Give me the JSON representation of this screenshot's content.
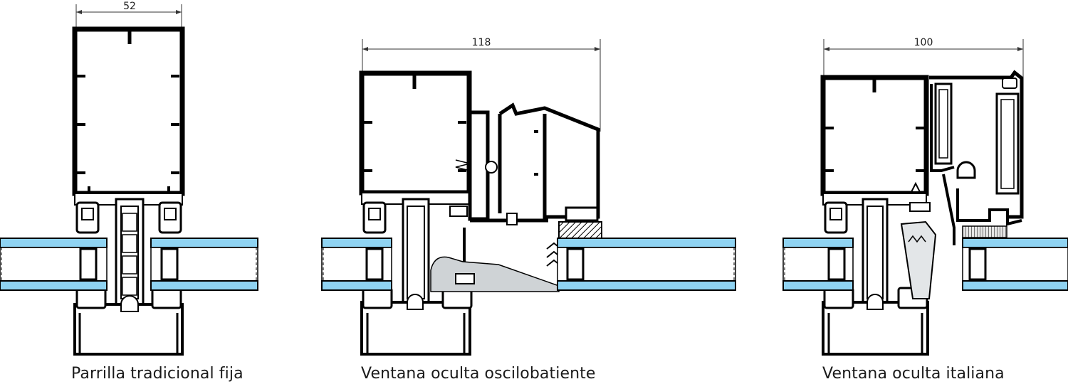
{
  "sections": [
    {
      "caption": "Parrilla tradicional fija",
      "dimension": "52"
    },
    {
      "caption": "Ventana oculta oscilobatiente",
      "dimension": "118"
    },
    {
      "caption": "Ventana oculta italiana",
      "dimension": "100"
    }
  ],
  "colors": {
    "glass_blue": "#8fd3f2",
    "glass_white": "#ffffff",
    "profile_stroke": "#000000",
    "gasket_gray": "#cfd3d6",
    "dimension_line": "#333333"
  }
}
